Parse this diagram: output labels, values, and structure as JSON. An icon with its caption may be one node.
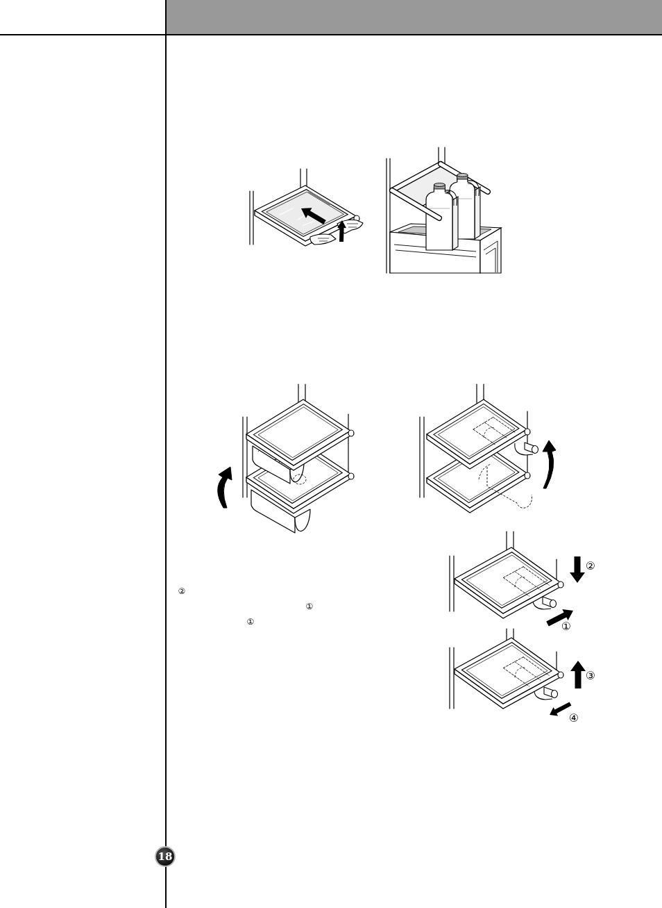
{
  "diagram": {
    "labels": [
      "②",
      "①",
      "①",
      "②",
      "①",
      "③",
      "④",
      "18"
    ]
  }
}
